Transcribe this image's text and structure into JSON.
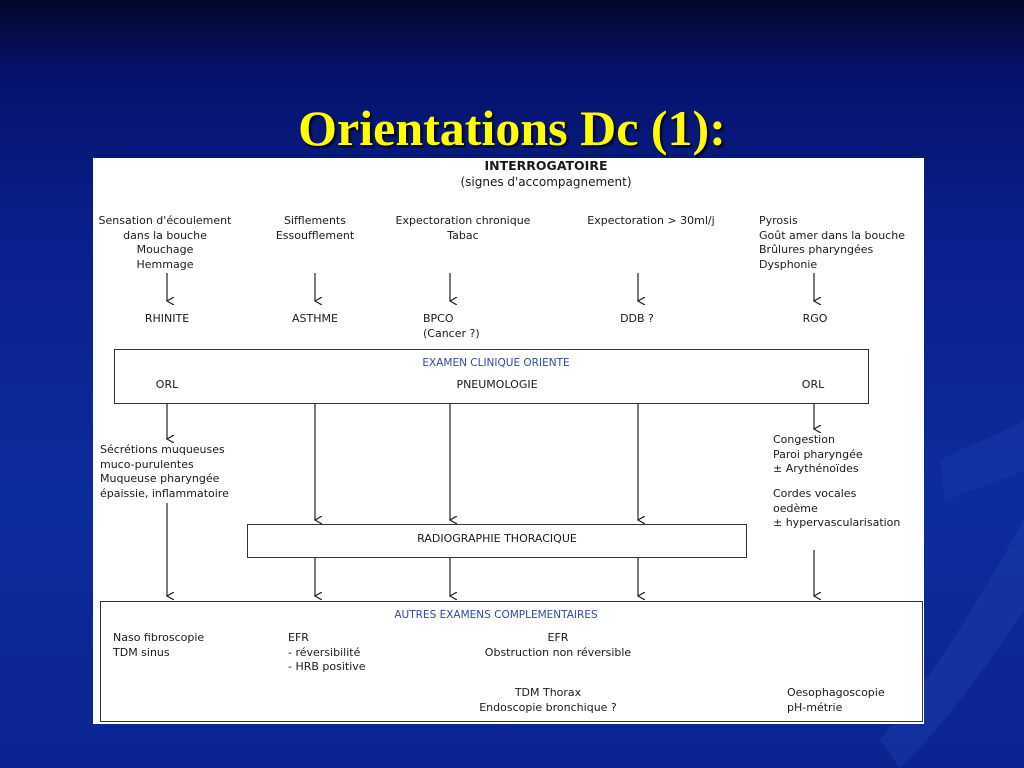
{
  "slide": {
    "title": "Orientations Dc (1):"
  },
  "diagram": {
    "interrogatoire": {
      "title": "INTERROGATOIRE",
      "subtitle": "(signes d'accompagnement)"
    },
    "symptoms": [
      "Sensation d'écoulement\ndans la bouche\nMouchage\nHemmage",
      "Sifflements\nEssoufflement",
      "Expectoration chronique\nTabac",
      "Expectoration > 30ml/j",
      "Pyrosis\nGoût amer dans la bouche\nBrûlures pharyngées\nDysphonie"
    ],
    "diagnoses": [
      "RHINITE",
      "ASTHME",
      "BPCO\n(Cancer ?)",
      "DDB ?",
      "RGO"
    ],
    "examen_clinique": {
      "title": "EXAMEN CLINIQUE ORIENTE",
      "left": "ORL",
      "center": "PNEUMOLOGIE",
      "right": "ORL"
    },
    "findings_left": "Sécrétions muqueuses\nmuco-purulentes\nMuqueuse pharyngée\népaissie, inflammatoire",
    "findings_right_1": "Congestion\nParoi pharyngée\n± Arythénoïdes",
    "findings_right_2": "Cordes vocales\noedème\n± hypervascularisation",
    "radiographie": {
      "title": "RADIOGRAPHIE THORACIQUE"
    },
    "autres_examens": {
      "title": "AUTRES EXAMENS COMPLEMENTAIRES",
      "col1": "Naso fibroscopie\nTDM sinus",
      "col2": "EFR\n- réversibilité\n- HRB positive",
      "col3": "EFR\nObstruction non réversible",
      "col4": "TDM Thorax\nEndoscopie bronchique ?",
      "col5": "Oesophagoscopie\npH-métrie"
    }
  }
}
